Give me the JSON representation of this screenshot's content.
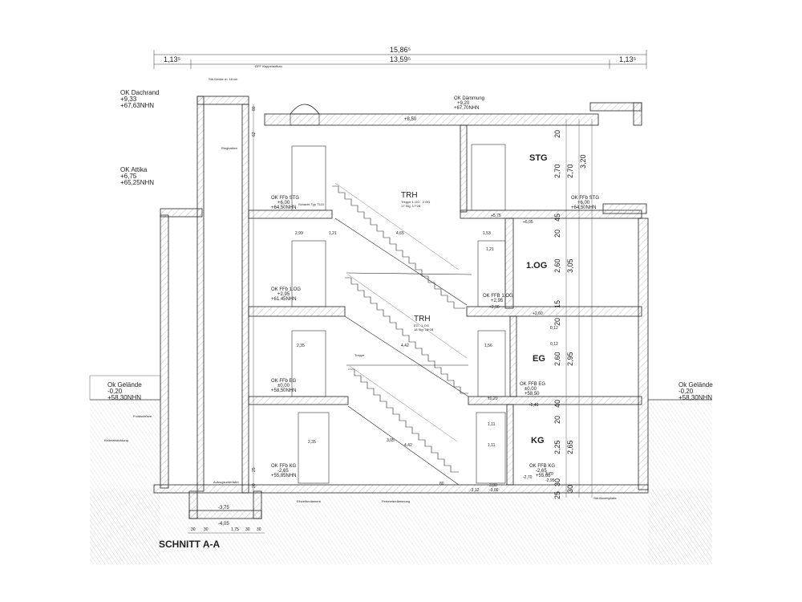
{
  "drawing": {
    "title": "SCHNITT A-A",
    "dims_top": {
      "overall": "15,86⁵",
      "left": "1,13⁵",
      "middle": "13,59⁵",
      "right": "1,13⁵"
    },
    "levels": {
      "ok_dachrand": [
        "OK Dachrand",
        "+9,33",
        "+67,63NHN"
      ],
      "ok_attika": [
        "OK Attika",
        "+6,75",
        "+65,25NHN"
      ],
      "ok_daemmung": [
        "OK Dämmung",
        "+9,20",
        "+67,70NHN"
      ],
      "roof_level": "+8,50",
      "ok_ffb_stg_left": [
        "OK FFb STG",
        "+6,00",
        "+64,50NHN"
      ],
      "ok_ffb_stg_right": [
        "OK FFb STG",
        "+6,00",
        "+64,50NHN"
      ],
      "ok_ffb_1og_left": [
        "OK FFb 1.OG",
        "+2,95",
        "+61,45NHN"
      ],
      "ok_ffb_1og_right": [
        "OK FFB 1.OG",
        "+2,95"
      ],
      "ok_ffb_eg_left": [
        "OK FFb EG",
        "±0,00",
        "+58,50NHN"
      ],
      "ok_ffb_eg_right": [
        "OK FFB EG",
        "±0,00",
        "+58,50"
      ],
      "ok_ffb_kg_left": [
        "OK FFb KG",
        "-2,65",
        "+55,85NHN"
      ],
      "ok_ffb_kg_right": [
        "OK FFB KG",
        "-2,65",
        "+55,85"
      ],
      "ok_gelaende_left": [
        "Ok Gelände",
        "-0,20",
        "+58,30NHN"
      ],
      "ok_gelaende_right": [
        "Ok Gelände",
        "-0,20",
        "+58,30NHN"
      ],
      "pit_a": "-3,75",
      "pit_b": "-4,05"
    },
    "rooms": [
      "STG",
      "1.OG",
      "EG",
      "KG"
    ],
    "trh_upper": [
      "TRH",
      "Treppe 1.OG - 2.OG",
      "17 Stg. 17*28"
    ],
    "trh_lower": [
      "TRH",
      "EG - 1.OG",
      "18 Stg. 18*28"
    ],
    "storey_dims_inner": [
      "20",
      "2,70",
      "45",
      "20",
      "2,60",
      "15",
      "20",
      "2,60",
      "40",
      "20",
      "2,25",
      "30",
      "25"
    ],
    "storey_dims_outer": [
      "2,70",
      "3,05",
      "2,95",
      "2,65",
      "30"
    ],
    "storey_dims_total": [
      "3,20"
    ],
    "bottom_dims": [
      "30",
      "30",
      "1,75",
      "30",
      "30"
    ],
    "misc_dims": [
      "2,99",
      "1,21",
      "4,65",
      "1,53",
      "2,35",
      "4,42",
      "1,56",
      "2,35",
      "3,05",
      "4,42",
      "1,11",
      "1,11",
      "1,21",
      "3,00",
      "80",
      "2,70",
      "-2,70",
      "-2,95",
      "-3,12",
      "-3,00",
      "+5,75",
      "+6,05",
      "+2,60",
      "+2,90",
      "-0,40",
      "0,12",
      "0,12",
      "±0,20",
      "62",
      "80",
      "25",
      "20"
    ],
    "notes_small": [
      "Stb-Decke d= 18 cm",
      "OFF Kuppelaufbau",
      "Ringbalken",
      "Schacht Typ T115",
      "Kellerabdichtung",
      "Frostschürze",
      "Perimeterdämmung",
      "Stb-Bodenplatte",
      "Einzelfundament",
      "Aufzugsunterfahrt",
      "Treppe"
    ]
  }
}
